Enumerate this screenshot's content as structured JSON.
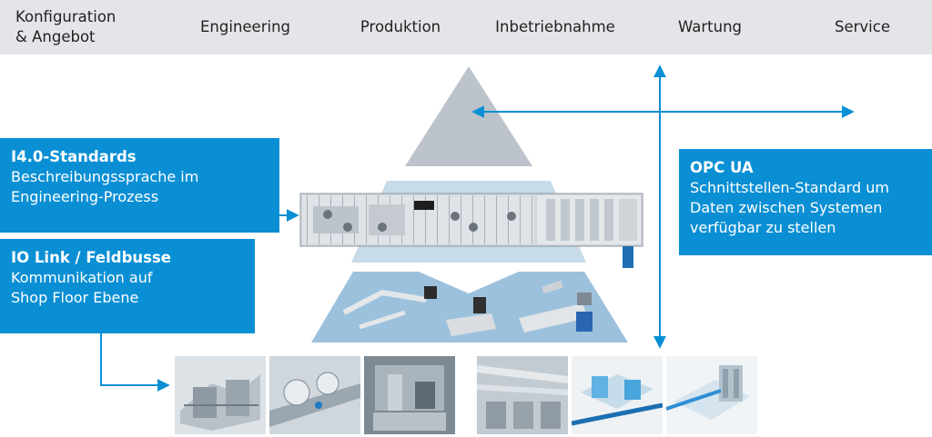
{
  "process_steps": [
    {
      "label": "Konfiguration\n& Angebot"
    },
    {
      "label": "Engineering"
    },
    {
      "label": "Produktion"
    },
    {
      "label": "Inbetriebnahme"
    },
    {
      "label": "Wartung"
    },
    {
      "label": "Service"
    }
  ],
  "boxes": {
    "i40": {
      "title": "I4.0-Standards",
      "lines": [
        "Beschreibungssprache im",
        "Engineering-Prozess"
      ]
    },
    "iolink": {
      "title": "IO Link / Feldbusse",
      "lines": [
        "Kommunikation auf",
        "Shop Floor Ebene"
      ]
    },
    "opcua": {
      "title": "OPC UA",
      "lines": [
        "Schnittstellen-Standard um",
        "Daten zwischen Systemen",
        "verfügbar zu stellen"
      ]
    }
  },
  "colors": {
    "accent_blue": "#0a8fd4",
    "chevron_gray": "#e3e5e8",
    "pyramid_top": "#bcc3ca",
    "pyramid_mid": "#c7dbe9",
    "pyramid_bottom": "#9cc1dc"
  },
  "pyramid_levels": [
    {
      "name": "top-level",
      "content": "empty"
    },
    {
      "name": "mid-level",
      "content": "valve-terminal"
    },
    {
      "name": "bottom-level",
      "content": "actuators"
    }
  ],
  "photos": [
    "factory-line-1",
    "conveyor-system",
    "machine-interior",
    "pipe-plant",
    "process-plant-3d-1",
    "process-plant-3d-2"
  ]
}
